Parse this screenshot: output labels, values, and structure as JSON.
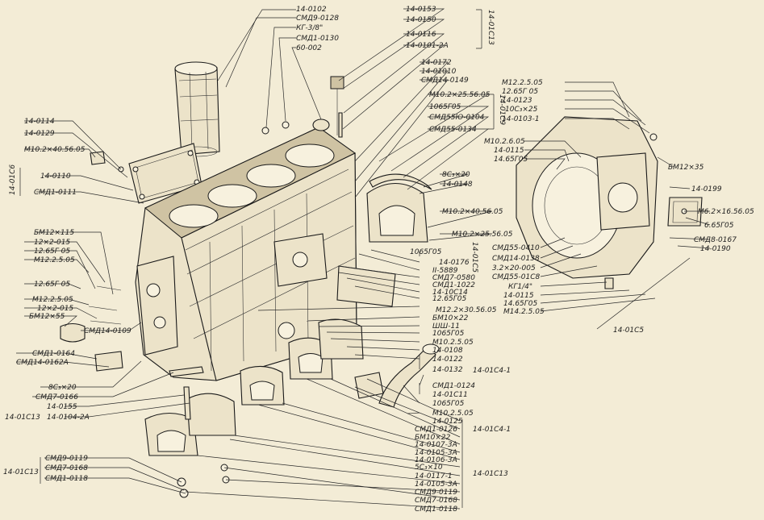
{
  "labels": {
    "l_14_0102": "14-0102",
    "l_smd9_0128": "СМД9-0128",
    "l_kg38": "КГ-3/8\"",
    "l_smd1_0130": "СМД1-0130",
    "l_60_002": "60-002",
    "l_14_0153": "14-0153",
    "l_14_0150": "14-0150",
    "l_14_0116": "14-0116",
    "l_14_0101_2a": "14-0101-2А",
    "l_14_0172": "14-0172",
    "l_14_01010": "14-01010",
    "l_smd14_0149": "СМД14-0149",
    "l_m10_2x25": "М10.2×25.56.05",
    "l_1065g05_a": "1065Г05",
    "l_smd55_0104": "СМД55Ю-0104",
    "l_smd55_0134": "СМД55-0134",
    "l_14_0114": "14-0114",
    "l_14_0129": "14-0129",
    "l_m10_2x40": "М10.2×40.56.05",
    "l_14_0110": "14-0110",
    "l_smd1_0111": "СМД1-0111",
    "l_8c3x20_a": "8С₃×20",
    "l_14_0148": "14-0148",
    "l_m10_2x40_b": "М10.2×40.56.05",
    "l_m10_2x25_b": "М10.2×25.56.05",
    "l_1065g05_b": "1065Г05",
    "l_bm12x115": "БМ12×115",
    "l_12x2_015_a": "12×2-015",
    "l_1265g05_a": "12.65Г 05",
    "l_m12_25_05_a": "М12.2.5.05",
    "l_1265g05_b": "12.65Г 05",
    "l_m12_25_05_b": "М12.2.5.05",
    "l_12x2_015_b": "12×2-015",
    "l_bm12x55": "БМ12×55",
    "l_smd14_0109": "СМД14-0109",
    "l_smd1_0164": "СМД1-0164",
    "l_smd14_0162a": "СМД14-0162А",
    "l_8c3x20_b": "8С₃×20",
    "l_smd7_0166": "СМД7-0166",
    "l_14_0176": "14-0176",
    "l_ii_5889": "II-5889",
    "l_smd7_0580": "СМД7-0580",
    "l_smd1_1022": "СМД1-1022",
    "l_14_10c14": "14-10С14",
    "l_1265g05_c": "12.65Г05",
    "l_m12_2x30": "М12.2×30.56.05",
    "l_bm10x22_a": "БМ10×22",
    "l_shsh_11": "ШШ-11",
    "l_1065g05_c": "1065Г05",
    "l_m10_25_05": "М10.2.5.05",
    "l_14_0108": "14-0108",
    "l_14_0122": "14-0122",
    "l_14_0132": "14-0132",
    "l_smd1_0124": "СМД1-0124",
    "l_14_01c11": "14-01С11",
    "l_1065g05_d": "1065Г05",
    "l_m10_25_05_b": "М10.2.5.05",
    "l_14_0125": "14-0125",
    "l_smd1_0126": "СМД1-0126",
    "l_bm10x22_b": "БМ10×22",
    "l_14_0107_3a": "14-0107-3А",
    "l_14_0105_3a": "14-0105-3А",
    "l_14_0106_3a": "14-0106-3А",
    "l_5c3x10": "5С₃×10",
    "l_14_0117_1": "14-0117-1",
    "l_14_0105_3a_b": "14-0105-3А",
    "l_smd9_0119_b": "СМД9-0119",
    "l_smd7_0168_b": "СМД7-0168",
    "l_smd1_0118_b": "СМД1-0118",
    "l_14_0155": "14-0155",
    "l_14_0104_2a": "14-0104-2А",
    "l_smd9_0119": "СМД9-0119",
    "l_smd7_0168": "СМД7-0168",
    "l_smd1_0118": "СМД1-0118",
    "l_m12_25_05_c": "М12.2.5.05",
    "l_1265g05_d": "12.65Г 05",
    "l_14_0123": "14-0123",
    "l_10c3x25": "10С₃×25",
    "l_14_0103_1": "14-0103-1",
    "l_m10_25_05_c": "М10.2.6.05",
    "l_14_0115": "14-0115",
    "l_1465g05": "14.65Г05",
    "l_bm12x35": "БМ12×35",
    "l_14_0199": "14-0199",
    "l_m6_2x16": "М6.2×16.56.05",
    "l_665g05": "6.65Г05",
    "l_smd8_0167": "СМД8-0167",
    "l_14_0190": "14-0190",
    "l_smd55_0410": "СМД55-0410",
    "l_smd14_0138": "СМД14-0138",
    "l_32x20_005": "3.2×20-005",
    "l_smd55_01c8": "СМД55-01С8",
    "l_kg14": "КГ1/4\"",
    "l_14_0115_b": "14-0115",
    "l_1465g05_b": "14.65Г05",
    "l_m14_25_05": "М14.2.5.05"
  },
  "groups": {
    "g_14_01c13_top": "14-01С13",
    "g_14_01c9": "14-01С9",
    "g_14_01c6": "14-01С6",
    "g_14_01c5_mid": "14-01С5",
    "g_14_01c4_1_a": "14-01С4-1",
    "g_14_01c4_1_b": "14-01С4-1",
    "g_14_01c13_left": "14-01С13",
    "g_14_01c13_bottom": "14-01С13",
    "g_14_01c13_bl": "14-01С13",
    "g_14_01c5_right": "14-01С5"
  }
}
